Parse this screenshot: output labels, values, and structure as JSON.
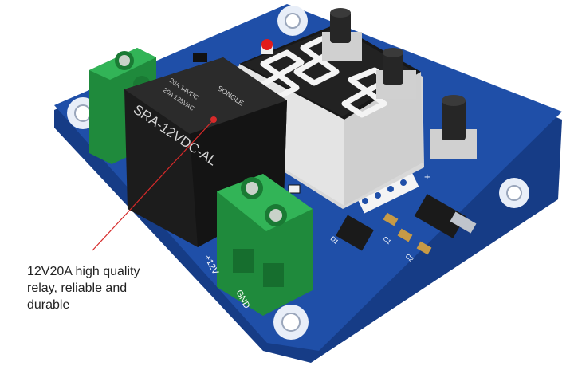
{
  "caption": {
    "line1": "12V20A high quality",
    "line2": "relay, reliable and",
    "line3": "durable"
  },
  "relay": {
    "model": "SRA-12VDC-AL",
    "rating_dc": "20A 14VDC",
    "rating_ac": "20A 125VAC",
    "brand": "SONGLE"
  },
  "board_labels": {
    "power": "+12V",
    "ground": "GND",
    "plus": "+",
    "minus": "-",
    "diode": "D1",
    "cap1": "C1",
    "cap2": "C2"
  },
  "display": {
    "digits": "888"
  },
  "colors": {
    "pcb": "#1f4fa8",
    "pcb_edge": "#163c86",
    "relay": "#1c1c1c",
    "terminal": "#27a04a",
    "led": "#e21b1b",
    "callout": "#d62a2a"
  }
}
